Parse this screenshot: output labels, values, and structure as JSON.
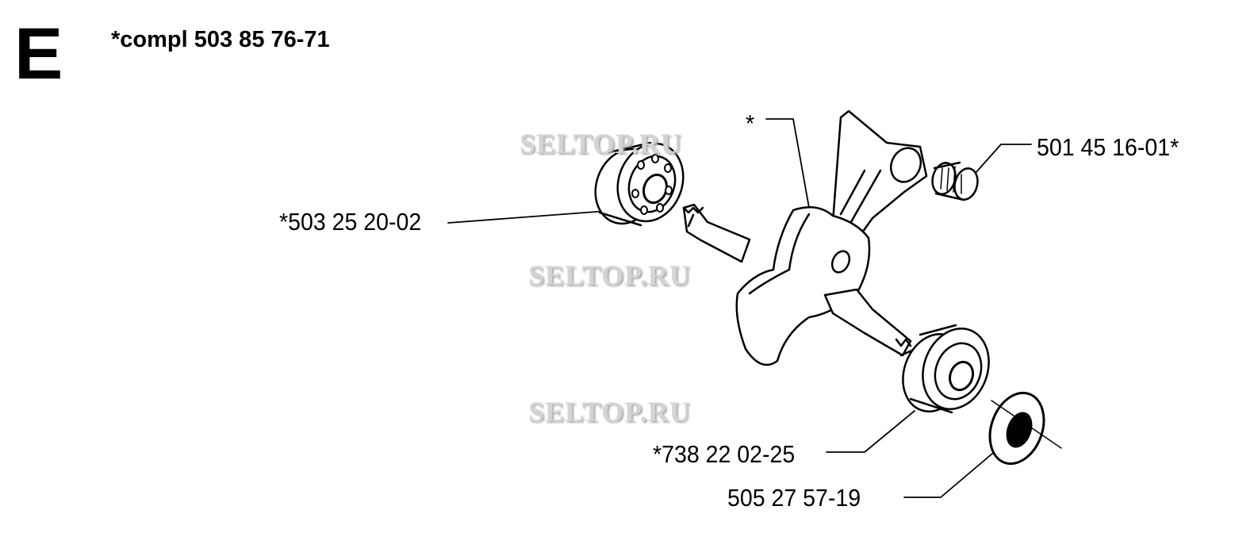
{
  "section_letter": "E",
  "assembly_title": "*compl 503 85 76-71",
  "parts": [
    {
      "label": "*",
      "part": "crankshaft"
    },
    {
      "label": "501 45 16-01*",
      "part": "needle-bearing"
    },
    {
      "label": "*503 25 20-02",
      "part": "ball-bearing-left"
    },
    {
      "label": "*738 22 02-25",
      "part": "ball-bearing-right"
    },
    {
      "label": "505 27 57-19",
      "part": "seal-washer"
    }
  ],
  "watermark": "SELTOP.RU"
}
